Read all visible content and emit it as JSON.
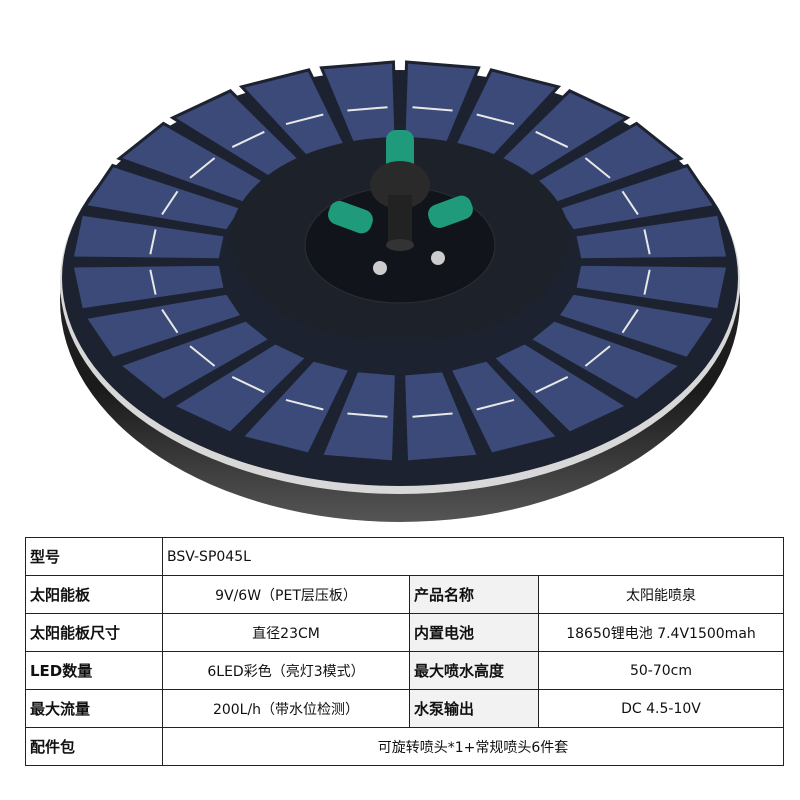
{
  "specs": {
    "model_label": "型号",
    "model_value": "BSV-SP045L",
    "rows": [
      {
        "l1": "太阳能板",
        "v1": "9V/6W（PET层压板）",
        "l2": "产品名称",
        "v2": "太阳能喷泉"
      },
      {
        "l1": "太阳能板尺寸",
        "v1": "直径23CM",
        "l2": "内置电池",
        "v2": "18650锂电池 7.4V1500mah"
      },
      {
        "l1": "LED数量",
        "v1": "6LED彩色（亮灯3模式）",
        "l2": "最大喷水高度",
        "v2": "50-70cm"
      },
      {
        "l1": "最大流量",
        "v1": "200L/h（带水位检测）",
        "l2": "水泵输出",
        "v2": "DC 4.5-10V"
      }
    ],
    "accessory_label": "配件包",
    "accessory_value": "可旋转喷头*1+常规喷头6件套"
  }
}
